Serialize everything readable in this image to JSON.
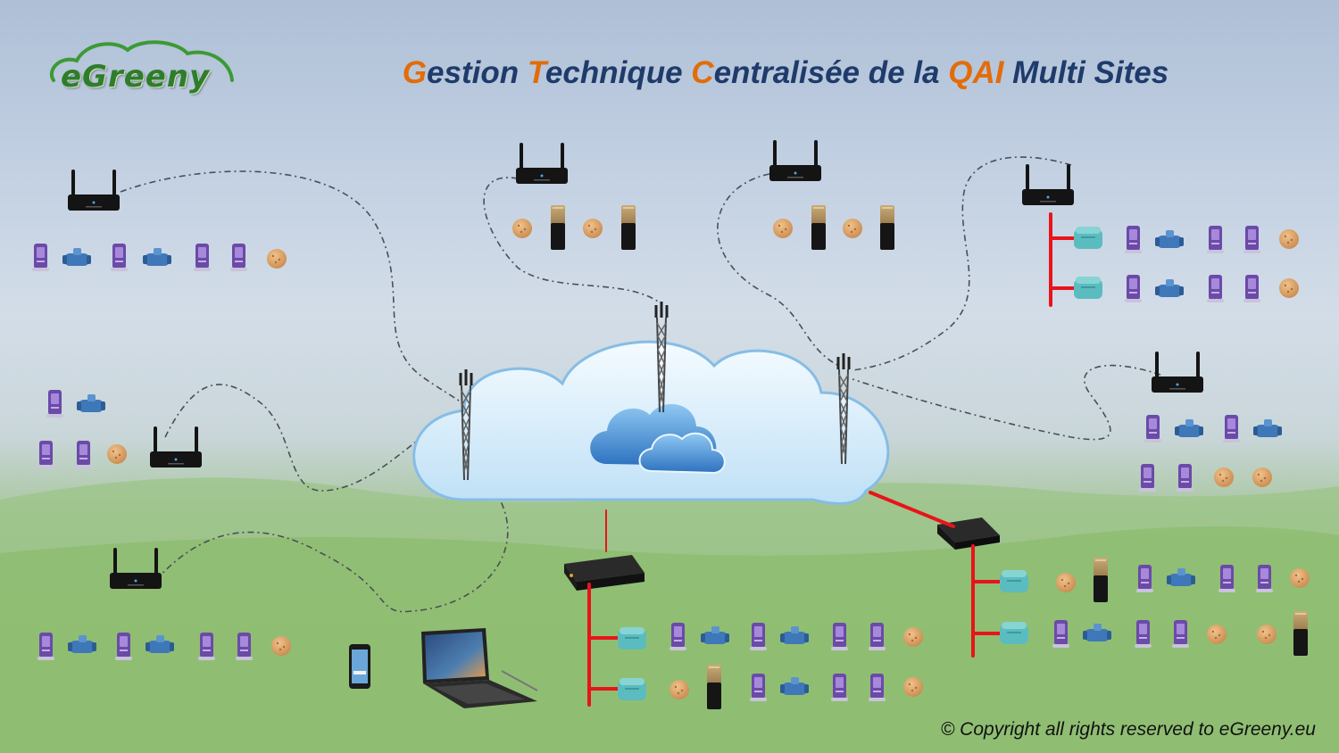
{
  "logo": {
    "text": "eGreeny"
  },
  "title": {
    "segments": [
      {
        "text": "G",
        "highlight": true
      },
      {
        "text": "estion ",
        "highlight": false
      },
      {
        "text": "T",
        "highlight": true
      },
      {
        "text": "echnique ",
        "highlight": false
      },
      {
        "text": "C",
        "highlight": true
      },
      {
        "text": "entralisée de la ",
        "highlight": false
      },
      {
        "text": "QAI",
        "highlight": true
      },
      {
        "text": " Multi Sites",
        "highlight": false
      }
    ]
  },
  "footer": {
    "copyright": "© Copyright all rights reserved to eGreeny.eu"
  },
  "colors": {
    "title_main": "#1f3b6b",
    "title_accent": "#e36c0a",
    "logo_green": "#2f7d2c",
    "wired_link": "#e8141a",
    "wireless_link": "#4a4f57",
    "router_body": "#151515",
    "sensor_purple": "#6b4aa8",
    "valve_blue": "#3f78b8",
    "round_sensor": "#d9a066",
    "access_point": "#5bbcbf",
    "cylinder_gold": "#b99a6b",
    "cloud_blue": "#d6ecfb"
  },
  "icons": {
    "router": "router-icon",
    "tower": "cell-tower-icon",
    "cloud": "cloud-icon",
    "gateway": "gateway-box-icon",
    "air_sensor": "air-quality-sensor-icon",
    "valve_sensor": "valve-sensor-icon",
    "round_sensor": "round-sensor-icon",
    "cylinder_sensor": "cylinder-sensor-icon",
    "access_point": "access-point-icon",
    "smartphone": "smartphone-icon",
    "laptop": "laptop-icon"
  }
}
